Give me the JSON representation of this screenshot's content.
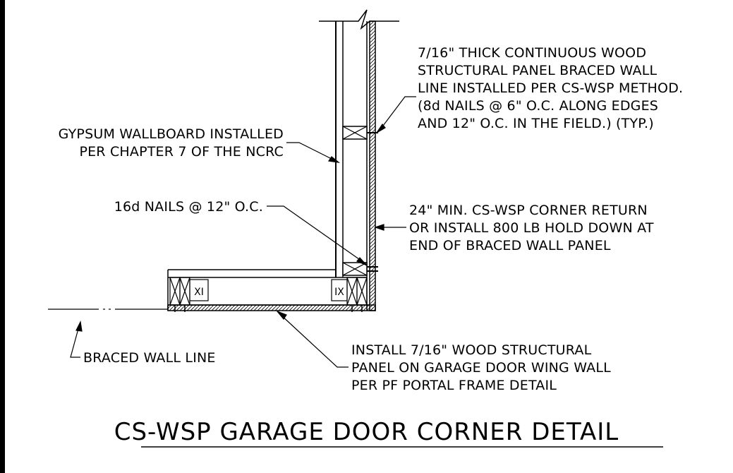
{
  "title": "CS-WSP GARAGE DOOR CORNER DETAIL",
  "notes": {
    "wsp_panel": [
      "7/16\" THICK CONTINUOUS WOOD",
      "STRUCTURAL PANEL BRACED WALL",
      "LINE INSTALLED PER CS-WSP METHOD.",
      "(8d NAILS @ 6\" O.C. ALONG EDGES",
      "AND 12\" O.C. IN THE FIELD.) (TYP.)"
    ],
    "gypsum": [
      "GYPSUM WALLBOARD INSTALLED",
      "PER CHAPTER 7 OF THE NCRC"
    ],
    "nails": "16d NAILS @ 12\" O.C.",
    "corner_return": [
      "24\" MIN. CS-WSP CORNER RETURN",
      "OR INSTALL 800 LB HOLD DOWN AT",
      "END OF BRACED WALL PANEL"
    ],
    "braced_wall_line": "BRACED WALL LINE",
    "wing_wall": [
      "INSTALL 7/16\" WOOD STRUCTURAL",
      "PANEL ON GARAGE DOOR WING WALL",
      "PER PF PORTAL FRAME DETAIL"
    ]
  },
  "stud_marks": {
    "left": "XI",
    "right": "IX"
  }
}
